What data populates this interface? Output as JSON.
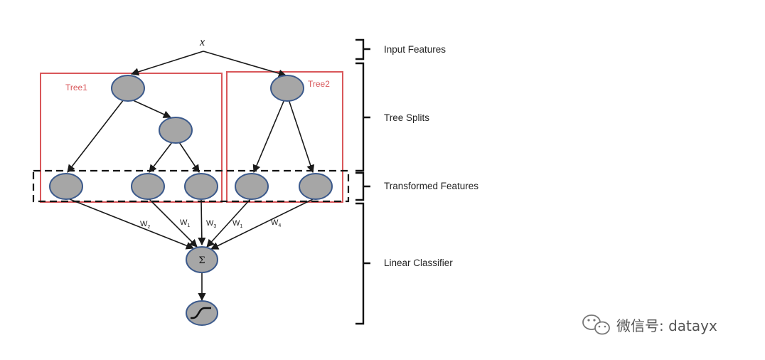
{
  "input_label": "x",
  "trees": [
    {
      "label": "Tree1"
    },
    {
      "label": "Tree2"
    }
  ],
  "stages": [
    {
      "label": "Input Features"
    },
    {
      "label": "Tree Splits"
    },
    {
      "label": "Transformed Features"
    },
    {
      "label": "Linear Classifier"
    }
  ],
  "weights": [
    {
      "letter": "W",
      "sub": "2"
    },
    {
      "letter": "W",
      "sub": "1"
    },
    {
      "letter": "W",
      "sub": "3"
    },
    {
      "letter": "W",
      "sub": "1"
    },
    {
      "letter": "W",
      "sub": "4"
    }
  ],
  "sum_symbol": "Σ",
  "watermark": {
    "text": "微信号: datayx",
    "icon": "wechat-icon"
  },
  "colors": {
    "node_fill": "#a6a6a6",
    "node_stroke": "#3c5a8c",
    "tree_box": "#d9575a"
  }
}
